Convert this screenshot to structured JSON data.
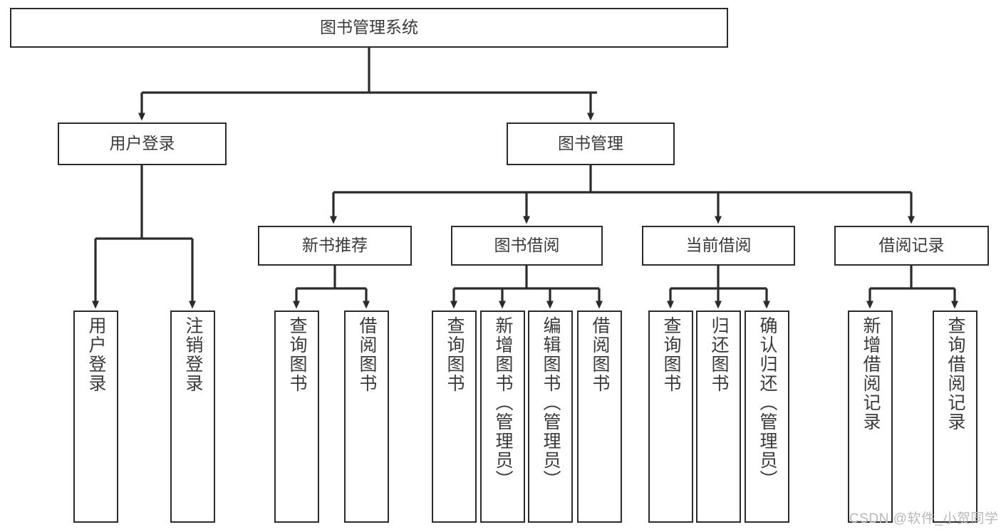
{
  "diagram": {
    "type": "tree-hierarchy",
    "title": "图书管理系统",
    "root": {
      "label": "图书管理系统"
    },
    "level1": [
      {
        "id": "user-login",
        "label": "用户登录"
      },
      {
        "id": "book-management",
        "label": "图书管理"
      }
    ],
    "level2": [
      {
        "id": "new-book-recommend",
        "label": "新书推荐",
        "parent": "book-management"
      },
      {
        "id": "book-borrow",
        "label": "图书借阅",
        "parent": "book-management"
      },
      {
        "id": "current-borrow",
        "label": "当前借阅",
        "parent": "book-management"
      },
      {
        "id": "borrow-record",
        "label": "借阅记录",
        "parent": "book-management"
      }
    ],
    "leaves": [
      {
        "id": "leaf-user-login",
        "label": "用户登录",
        "parent": "user-login"
      },
      {
        "id": "leaf-user-logout",
        "label": "注销登录",
        "parent": "user-login"
      },
      {
        "id": "leaf-query-book-1",
        "label": "查询图书",
        "parent": "new-book-recommend"
      },
      {
        "id": "leaf-borrow-book-1",
        "label": "借阅图书",
        "parent": "new-book-recommend"
      },
      {
        "id": "leaf-query-book-2",
        "label": "查询图书",
        "parent": "book-borrow"
      },
      {
        "id": "leaf-add-book",
        "label": "新增图书（管理员）",
        "parent": "book-borrow"
      },
      {
        "id": "leaf-edit-book",
        "label": "编辑图书（管理员）",
        "parent": "book-borrow"
      },
      {
        "id": "leaf-borrow-book-2",
        "label": "借阅图书",
        "parent": "book-borrow"
      },
      {
        "id": "leaf-query-book-3",
        "label": "查询图书",
        "parent": "current-borrow"
      },
      {
        "id": "leaf-return-book",
        "label": "归还图书",
        "parent": "current-borrow"
      },
      {
        "id": "leaf-confirm-return",
        "label": "确认归还（管理员）",
        "parent": "current-borrow"
      },
      {
        "id": "leaf-add-record",
        "label": "新增借阅记录",
        "parent": "borrow-record"
      },
      {
        "id": "leaf-query-record",
        "label": "查询借阅记录",
        "parent": "borrow-record"
      }
    ],
    "colors": {
      "stroke": "#2b2b2b",
      "text": "#3a3a3a",
      "background": "#ffffff",
      "watermark": "#b9b9b9"
    }
  },
  "watermark": {
    "text": "CSDN @软件_小贺同学"
  }
}
